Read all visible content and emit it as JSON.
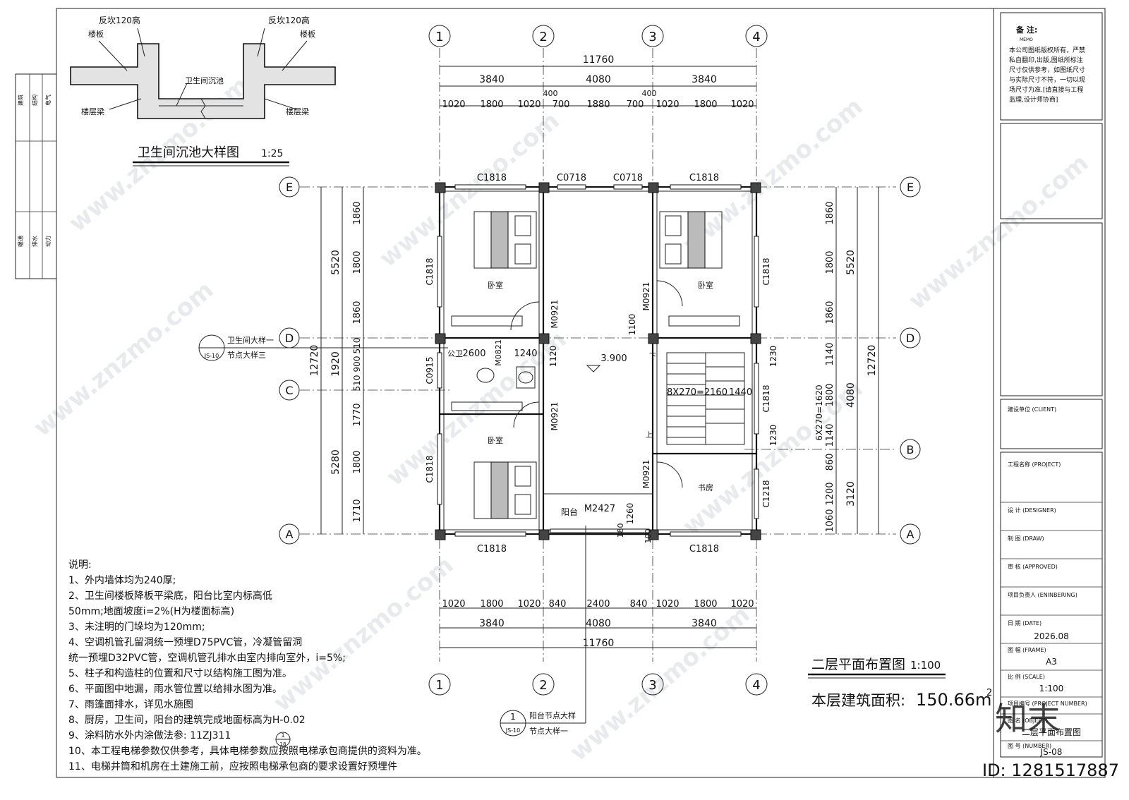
{
  "detail": {
    "title": "卫生间沉池大样图",
    "scale": "1:25",
    "labels": {
      "fanjiao_left": "反坎120高",
      "fanjiao_right": "反坎120高",
      "louban_left": "楼板",
      "louban_right": "楼板",
      "chenchi": "卫生间沉池",
      "liang_left": "楼层梁",
      "liang_right": "楼层梁"
    }
  },
  "left_margin": {
    "top_cells": [
      "建筑",
      "结构",
      "电气"
    ],
    "bottom_cells": [
      "暖通",
      "排水",
      "动力"
    ]
  },
  "grid_axes": {
    "columns": [
      "1",
      "2",
      "3",
      "4"
    ],
    "rows_left": [
      "E",
      "D",
      "C",
      "A"
    ],
    "rows_right": [
      "E",
      "D",
      "B",
      "A"
    ]
  },
  "dimensions": {
    "top_total": "11760",
    "top_bays": [
      "3840",
      "4080",
      "3840"
    ],
    "top_detail": [
      "1020",
      "1800",
      "1020",
      "700",
      "1880",
      "700",
      "1020",
      "1800",
      "1020"
    ],
    "top_offsets": [
      "400",
      "400"
    ],
    "bottom_detail": [
      "1020",
      "1800",
      "1020",
      "840",
      "2400",
      "840",
      "1020",
      "1800",
      "1020"
    ],
    "bottom_bays": [
      "3840",
      "4080",
      "3840"
    ],
    "bottom_total": "11760",
    "left_total": "12720",
    "left_mid": [
      "5520",
      "1920",
      "5280"
    ],
    "left_detail": [
      "1860",
      "1800",
      "1860",
      "510",
      "900",
      "510",
      "1770",
      "1800",
      "1710"
    ],
    "right_total": "12720",
    "right_mid": [
      "5520",
      "4080",
      "3120"
    ],
    "right_detail": [
      "1860",
      "1800",
      "1860",
      "1140",
      "1800",
      "1140",
      "860",
      "1200",
      "1060"
    ]
  },
  "plan_labels": {
    "windows_top": [
      "C1818",
      "C0718",
      "C0718",
      "C1818"
    ],
    "windows_bottom": [
      "C1818",
      "C1818"
    ],
    "window_left_upper": "C1818",
    "window_left_lower": "C1818",
    "window_c0915": "C0915",
    "window_right_upper": "C1818",
    "window_right_mid": "C1818",
    "window_right_lower": "C1218",
    "doors": [
      "M0921",
      "M0921",
      "M0921",
      "M0921"
    ],
    "door_m0821": "M0821",
    "door_m2427": "M2427",
    "room_bedroom": "卧室",
    "room_bedroom_lower": "卧室",
    "room_study": "书房",
    "room_balcony": "阳台",
    "room_bath": "公卫",
    "elevation": "3.900",
    "stair_up": "上",
    "stair_down": "下",
    "stair_dim1": "8X270=2160",
    "stair_dim2": "6X270=1620",
    "dim_1440": "1440",
    "dim_1230a": "1230",
    "dim_1230b": "1230",
    "dim_1100": "1100",
    "dim_1120": "1120",
    "dim_2600": "2600",
    "dim_1240": "1240",
    "dim_1260": "1260",
    "dim_180": "180",
    "dim_100": "100"
  },
  "callouts": {
    "left_ref": {
      "top": "",
      "bottom": "JS-10",
      "text1": "卫生间大样一",
      "text2": "节点大样三"
    },
    "bottom_ref": {
      "top": "1",
      "bottom": "JS-10",
      "text1": "阳台节点大样",
      "text2": "节点大样一"
    }
  },
  "notes": {
    "heading": "说明:",
    "items": [
      "1、外内墙体均为240厚;",
      "2、卫生间楼板降板平梁底，阳台比室内标高低",
      "   50mm;地面坡度i=2%(H为楼面标高)",
      "3、未注明的门垛均为120mm;",
      "4、空调机管孔留洞统一预埋D75PVC管，冷凝管留洞",
      "   统一预埋D32PVC管，空调机管孔排水由室内排向室外，i=5%;",
      "5、柱子和构造柱的位置和尺寸以结构施工图为准。",
      "6、平面图中地漏，雨水管位置以给排水图为准。",
      "7、雨篷面排水，详见水施图",
      "8、厨房，卫生间，阳台的建筑完成地面标高为H-0.02",
      "9、涂料防水外内涂做法参: 11ZJ311",
      "10、本工程电梯参数仅供参考，具体电梯参数应按照电梯承包商提供的资料为准。",
      "11、电梯井筒和机房在土建施工前，应按照电梯承包商的要求设置好预埋件"
    ],
    "ref_symbol_top": "1",
    "ref_symbol_bottom": "18"
  },
  "plan_title": {
    "title": "二层平面布置图",
    "scale": "1:100",
    "area_label": "本层建筑面积:",
    "area_value": "150.66m",
    "area_sup": "2"
  },
  "title_block": {
    "remarks_title": "备 注:",
    "remarks_sub": "MEMO",
    "remarks_lines": [
      "本公司图纸版权所有，严禁",
      "私自翻印,出版,图纸所标注",
      "尺寸仅供参考，如图纸尺寸",
      "与实际尺寸不符，一切以现",
      "场尺寸为准.[请直接与工程",
      "监理,设计师协商]"
    ],
    "client": "建设单位 (CLIENT)",
    "project": "工程名称 (PROJECT)",
    "designer": "设 计 (DESIGNER)",
    "draw": "制 图 (DRAW)",
    "approved": "审 核 (APPROVED)",
    "engineering": "项目负责人 (ENINBERING)",
    "date_label": "日 期 (DATE)",
    "date_value": "2026.08",
    "frame_label": "图 幅 (FRAME)",
    "frame_value": "A3",
    "scale_label": "比 例 (SCALE)",
    "scale_value": "1:100",
    "project_number": "项目编号 (PROJECT NUMBER)",
    "name_label": "图 名 (OBJECT)",
    "name_value": "二层平面布置图",
    "number_label": "图 号 (NUMBER)",
    "number_value": "JS-08"
  },
  "watermark": {
    "text": "www.znzmo.com",
    "brand": "知末",
    "id": "ID: 1281517887"
  }
}
